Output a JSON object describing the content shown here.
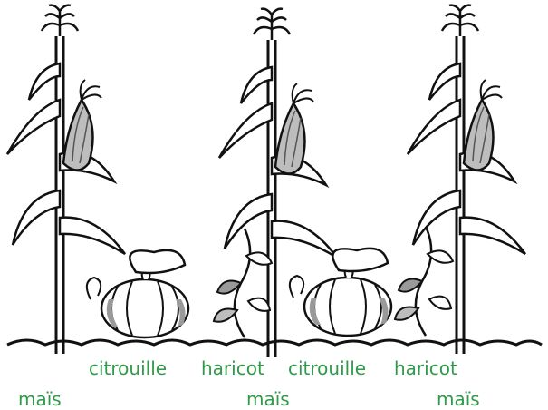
{
  "colors": {
    "label": "#2e9a4a",
    "ink": "#111111",
    "shade": "#9a9a9a",
    "paper": "#ffffff"
  },
  "labels": {
    "row1": [
      "citrouille",
      "haricot",
      "citrouille",
      "haricot"
    ],
    "row2": [
      "maïs",
      "maïs",
      "maïs"
    ]
  }
}
